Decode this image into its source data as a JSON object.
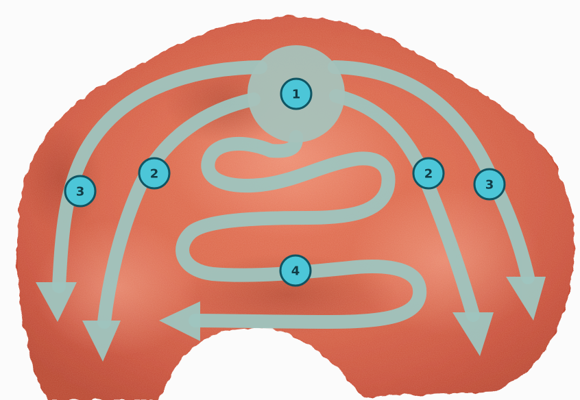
{
  "diagram": {
    "colors": {
      "background": "#ffffff",
      "tissue_base": "#d55f45",
      "tissue_light": "#ee8c6f",
      "tissue_dark": "#a83a28",
      "path": "#9fc5bf",
      "path_edge": "#8bb6b0",
      "start_disk": "#a7c2ba",
      "badge_fill": "#4cc6d8",
      "badge_stroke": "#0f5563",
      "badge_text": "#103c46"
    },
    "markers": [
      {
        "id": "m1",
        "label": "1"
      },
      {
        "id": "m2-left",
        "label": "2"
      },
      {
        "id": "m2-right",
        "label": "2"
      },
      {
        "id": "m3-left",
        "label": "3"
      },
      {
        "id": "m3-right",
        "label": "3"
      },
      {
        "id": "m4",
        "label": "4"
      }
    ]
  }
}
